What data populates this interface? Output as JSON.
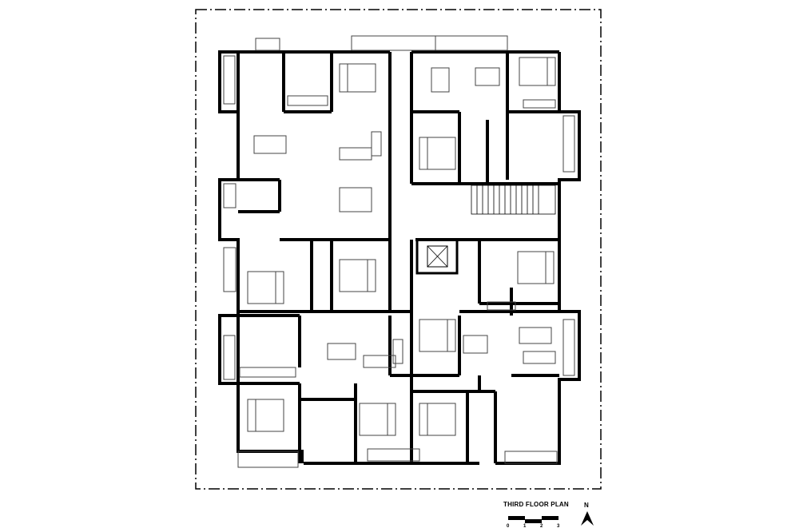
{
  "plan": {
    "title": "THIRD FLOOR PLAN",
    "north_label": "N",
    "scale_ticks": [
      "0",
      "1",
      "2",
      "3"
    ]
  },
  "colors": {
    "wall": "#000000",
    "furniture": "#555555",
    "background": "#ffffff"
  }
}
